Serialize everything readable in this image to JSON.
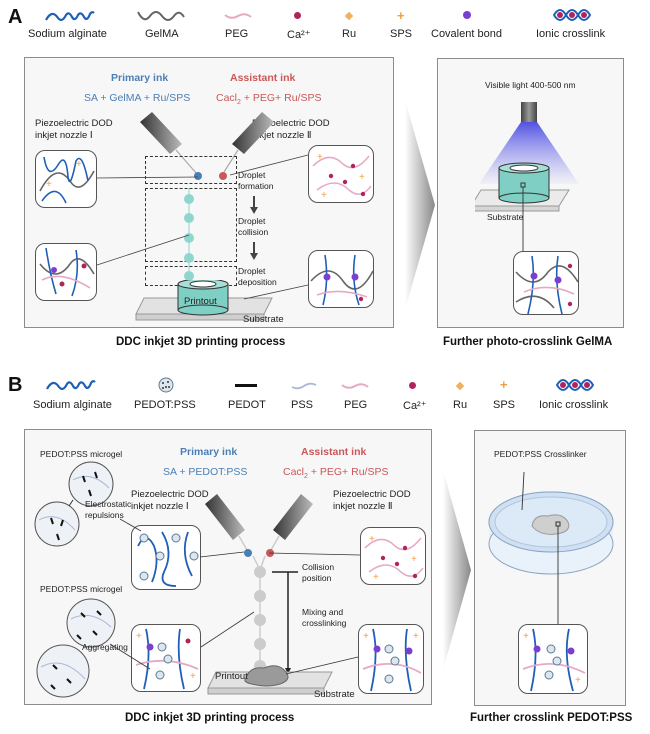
{
  "panel_a": {
    "letter": "A",
    "legend": [
      {
        "icon": "sodium-alginate-icon",
        "label": "Sodium alginate"
      },
      {
        "icon": "gelma-icon",
        "label": "GelMA"
      },
      {
        "icon": "peg-icon",
        "label": "PEG"
      },
      {
        "icon": "calcium-ion-icon",
        "label": "Ca²⁺"
      },
      {
        "icon": "ru-icon",
        "label": "Ru"
      },
      {
        "icon": "sps-icon",
        "label": "SPS"
      },
      {
        "icon": "covalent-bond-icon",
        "label": "Covalent bond"
      },
      {
        "icon": "ionic-crosslink-icon",
        "label": "Ionic crosslink"
      }
    ],
    "primary_ink": {
      "title": "Primary ink",
      "components": "SA + GelMA + Ru/SPS"
    },
    "assistant_ink": {
      "title": "Assistant ink",
      "components_pre": "Cacl",
      "components_sub": "2",
      "components_post": " + PEG+ Ru/SPS"
    },
    "nozzle_1": {
      "line1": "Piezoelectric DOD",
      "line2": "inkjet nozzle Ⅰ"
    },
    "nozzle_2": {
      "line1": "Piezoelectric DOD",
      "line2": "inkjet nozzle Ⅱ"
    },
    "steps": [
      {
        "line1": "Droplet",
        "line2": "formation"
      },
      {
        "line1": "Droplet",
        "line2": "collision"
      },
      {
        "line1": "Droplet",
        "line2": "deposition"
      }
    ],
    "printout_label": "Printout",
    "substrate_label": "Substrate",
    "process_caption": "DDC inkjet 3D printing process",
    "post": {
      "light_label": "Visible light 400-500 nm",
      "substrate_label": "Substrate",
      "caption": "Further photo-crosslink GelMA"
    }
  },
  "panel_b": {
    "letter": "B",
    "legend": [
      {
        "icon": "sodium-alginate-icon",
        "label": "Sodium alginate"
      },
      {
        "icon": "pedot-pss-icon",
        "label": "PEDOT:PSS"
      },
      {
        "icon": "pedot-icon",
        "label": "PEDOT"
      },
      {
        "icon": "pss-icon",
        "label": "PSS"
      },
      {
        "icon": "peg-icon",
        "label": "PEG"
      },
      {
        "icon": "calcium-ion-icon",
        "label": "Ca²⁺"
      },
      {
        "icon": "ru-icon",
        "label": "Ru"
      },
      {
        "icon": "sps-icon",
        "label": "SPS"
      },
      {
        "icon": "ionic-crosslink-icon",
        "label": "Ionic crosslink"
      }
    ],
    "microgel_label_1": "PEDOT:PSS microgel",
    "microgel_label_2": "PEDOT:PSS microgel",
    "repulsion": {
      "line1": "Electrostatic",
      "line2": "repulsions"
    },
    "aggregating_label": "Aggregating",
    "primary_ink": {
      "title": "Primary ink",
      "components": "SA + PEDOT:PSS"
    },
    "assistant_ink": {
      "title": "Assistant ink",
      "components_pre": "Cacl",
      "components_sub": "2",
      "components_post": " + PEG+ Ru/SPS"
    },
    "nozzle_1": {
      "line1": "Piezoelectric DOD",
      "line2": "inkjet nozzle Ⅰ"
    },
    "nozzle_2": {
      "line1": "Piezoelectric DOD",
      "line2": "inkjet nozzle Ⅱ"
    },
    "collision": {
      "line1": "Collision",
      "line2": "position"
    },
    "mixing": {
      "line1": "Mixing and",
      "line2": "crosslinking"
    },
    "printout_label": "Printout",
    "substrate_label": "Substrate",
    "process_caption": "DDC inkjet 3D printing process",
    "post": {
      "crosslinker_label": "PEDOT:PSS Crosslinker",
      "caption": "Further crosslink PEDOT:PSS"
    }
  },
  "colors": {
    "primary_ink": "#4a7fb5",
    "assistant_ink": "#c9585a",
    "alginate": "#1f5fb8",
    "gelma": "#666666",
    "peg": "#e6a9c4",
    "calcium": "#b0245e",
    "ru": "#f0b060",
    "sps": "#f0a040",
    "covalent": "#7a3fd0",
    "droplet_a": "#8fd6cf",
    "droplet_b": "#cccccc",
    "printout_a": "#7fcfc4"
  }
}
